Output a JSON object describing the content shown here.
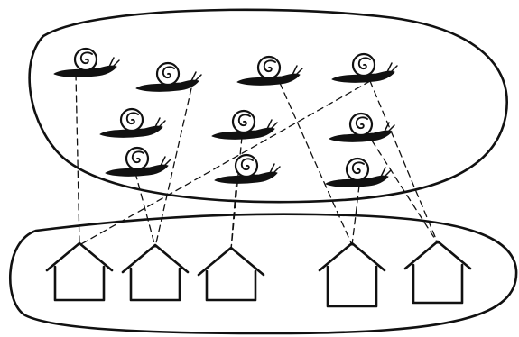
{
  "diagram": {
    "groups": [
      {
        "id": "snail-group",
        "members": "snails"
      },
      {
        "id": "house-group",
        "members": "houses"
      }
    ],
    "snail_count": 10,
    "house_count": 5,
    "links": [
      {
        "snail": 1,
        "house": 1
      },
      {
        "snail": 4,
        "house": 1
      },
      {
        "snail": 8,
        "house": 2
      },
      {
        "snail": 2,
        "house": 2
      },
      {
        "snail": 9,
        "house": 3
      },
      {
        "snail": 6,
        "house": 3
      },
      {
        "snail": 3,
        "house": 4
      },
      {
        "snail": 10,
        "house": 4
      },
      {
        "snail": 7,
        "house": 5
      },
      {
        "snail": 4,
        "house": 5
      }
    ],
    "ink_color": "#111111",
    "background_color": "#ffffff"
  }
}
